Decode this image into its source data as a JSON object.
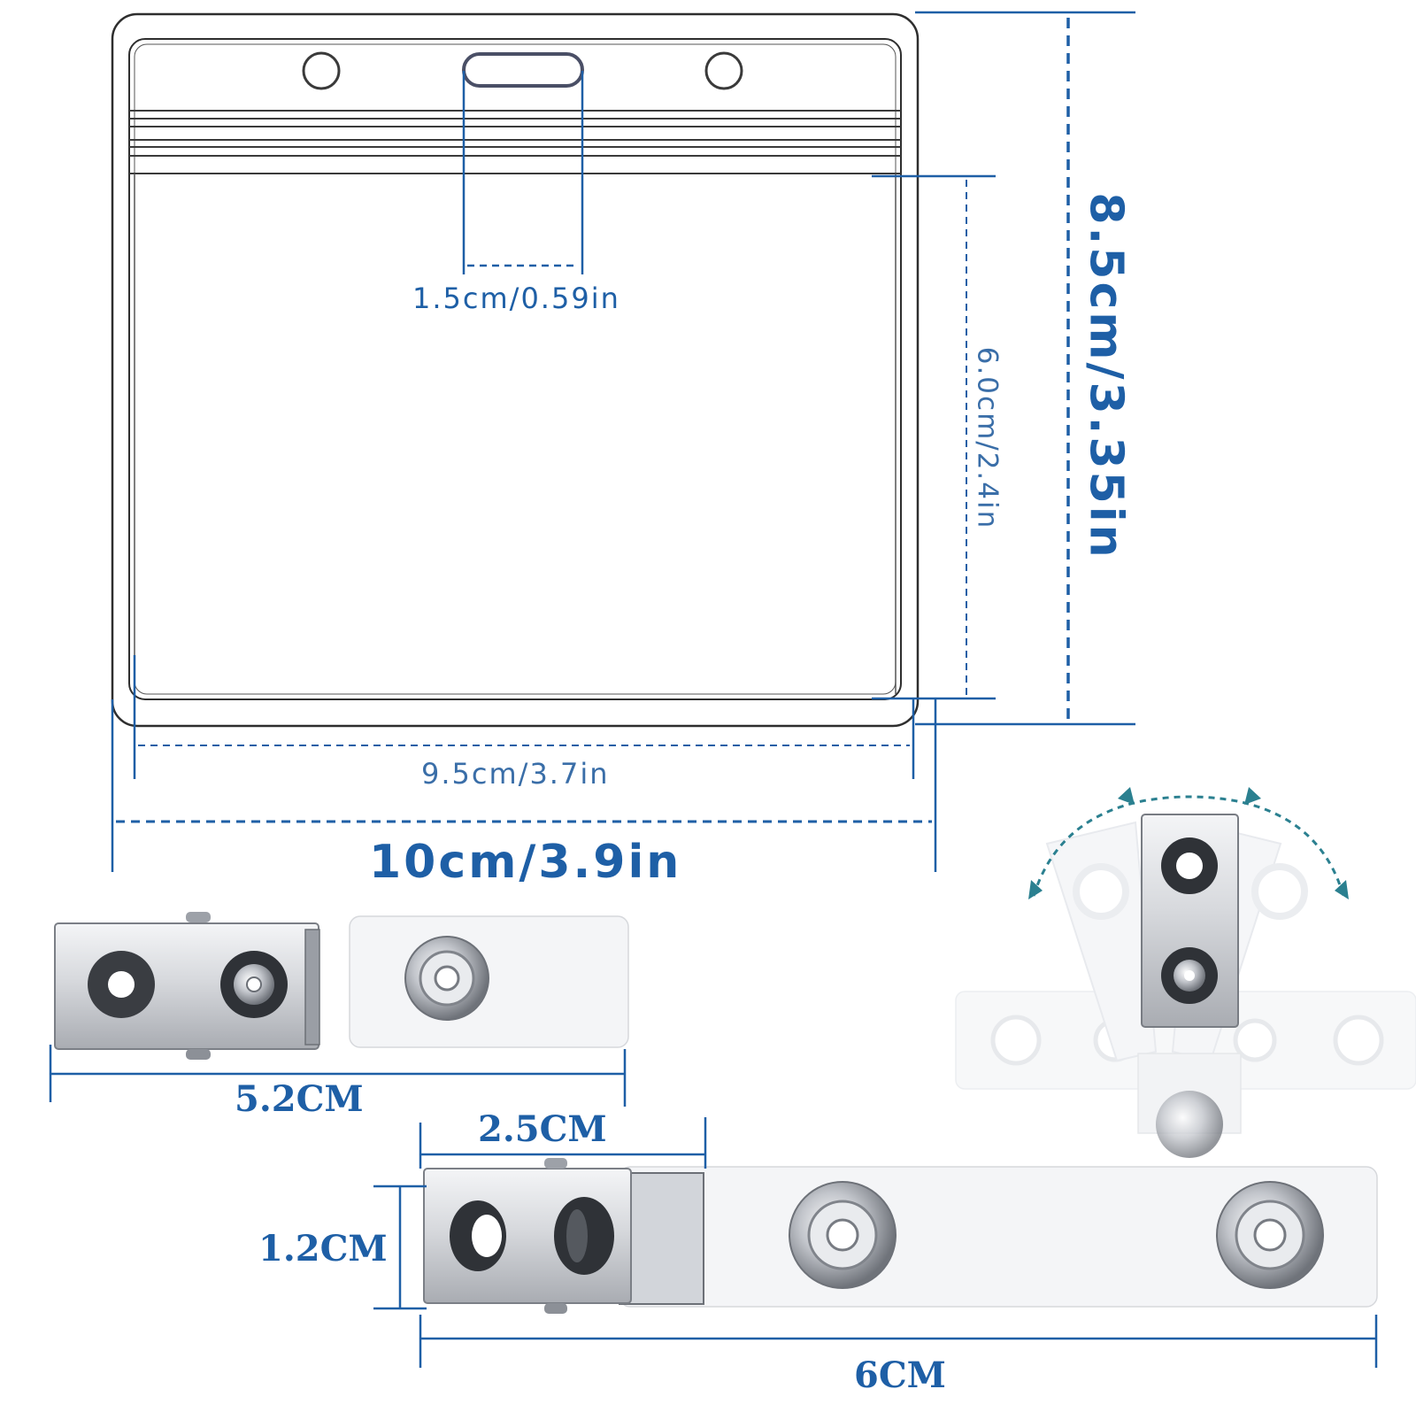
{
  "colors": {
    "dimension": "#1e5fa6",
    "outline": "#333333",
    "metal": "#c9ccd1",
    "strap": "#f4f5f7"
  },
  "badge_holder": {
    "hole_width_label": "1.5cm/0.59in",
    "inner_width_label": "9.5cm/3.7in",
    "outer_width_label": "10cm/3.9in",
    "inner_height_label": "6.0cm/2.4in",
    "outer_height_label": "8.5cm/3.35in"
  },
  "short_clip": {
    "length_label": "5.2CM"
  },
  "long_clip": {
    "clip_width_label": "2.5CM",
    "height_label": "1.2CM",
    "length_label": "6CM"
  }
}
